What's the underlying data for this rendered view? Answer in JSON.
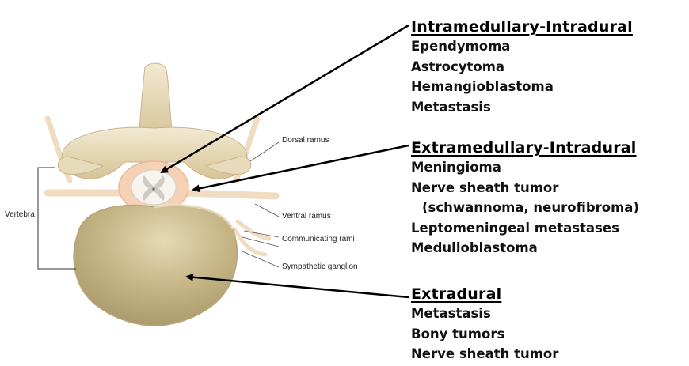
{
  "anatomy_labels": {
    "dorsal_ramus": "Dorsal ramus",
    "vertebra": "Vertebra",
    "ventral_ramus": "Ventral ramus",
    "communicating_rami": "Communicating rami",
    "sympathetic_ganglion": "Sympathetic ganglion"
  },
  "groups": {
    "intramedullary": {
      "title": "Intramedullary-Intradural",
      "items": [
        "Ependymoma",
        "Astrocytoma",
        "Hemangioblastoma",
        "Metastasis"
      ]
    },
    "extramedullary": {
      "title": "Extramedullary-Intradural",
      "items": [
        "Meningioma",
        "Nerve sheath tumor",
        "(schwannoma, neurofibroma)",
        "Leptomeningeal metastases",
        "Medulloblastoma"
      ]
    },
    "extradural": {
      "title": "Extradural",
      "items": [
        "Metastasis",
        "Bony tumors",
        "Nerve sheath tumor"
      ]
    }
  },
  "colors": {
    "bone_light": "#efe3c8",
    "bone_shade": "#d9c79c",
    "body_fill": "#c9b98e",
    "cord_pink": "#f3cdb0",
    "grey_matter": "#ececec",
    "arrow": "#000000"
  }
}
